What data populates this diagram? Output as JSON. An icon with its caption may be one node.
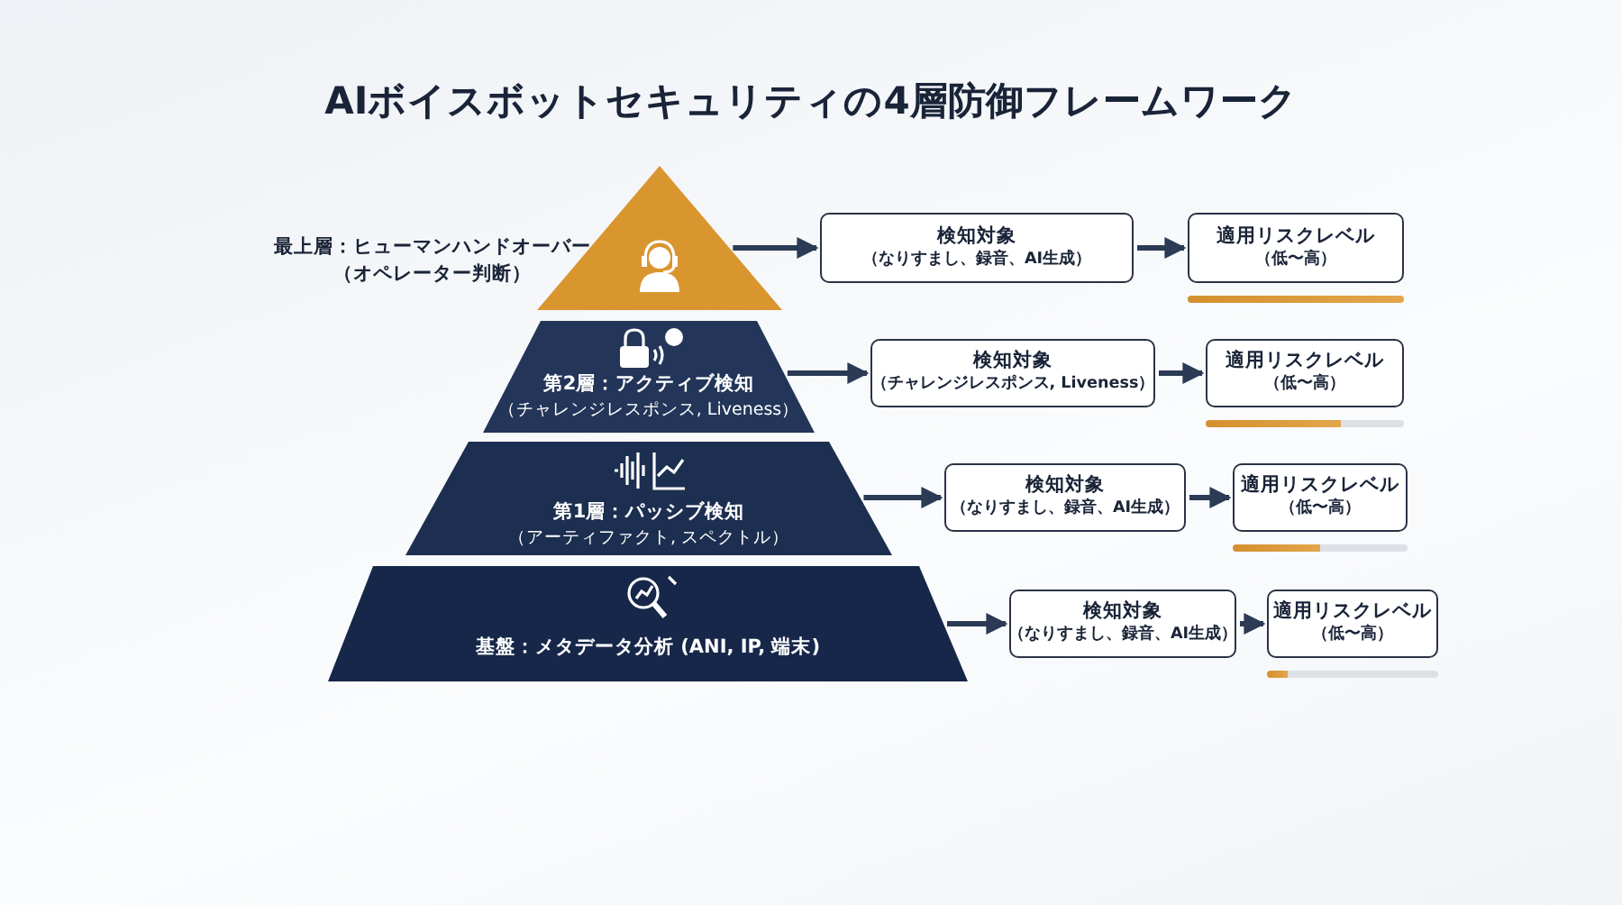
{
  "diagram": {
    "title": "AIボイスボットセキュリティの4層防御フレームワーク",
    "nodes": [
      {
        "text": [],
        "shape": "triangle",
        "beside": [
          "最上層：ヒューマンハンドオーバー（オペレーター判断）"
        ]
      },
      {
        "text": [
          "検知対象",
          "（なりすまし、録音、AI生成）"
        ]
      },
      {
        "text": [
          "適用リスクレベル",
          "（低〜高）"
        ]
      },
      {
        "text": [
          "第2層：アクティブ検知",
          "（チャレンジレスポンス, Liveness）"
        ]
      },
      {
        "text": [
          "検知対象",
          "（チャレンジレスポンス, Liveness）"
        ]
      },
      {
        "text": [
          "適用リスクレベル",
          "（低〜高）"
        ]
      },
      {
        "text": [
          "第1層：パッシブ検知",
          "（アーティファクト, スペクトル）"
        ]
      },
      {
        "text": [
          "検知対象",
          "（なりすまし、録音、AI生成）"
        ]
      },
      {
        "text": [
          "適用リスクレベル",
          "（低〜高）"
        ]
      },
      {
        "text": [
          "基盤：メタデータ分析 (ANI, IP, 端末)"
        ]
      },
      {
        "text": [
          "検知対象",
          "（なりすまし、録音、AI生成）"
        ]
      },
      {
        "text": [
          "適用リスクレベル",
          "（低〜高）"
        ]
      }
    ],
    "edges": [
      {
        "from": 0,
        "to": 1,
        "arrow": "to"
      },
      {
        "from": 1,
        "to": 2,
        "arrow": "to"
      },
      {
        "from": 3,
        "to": 4,
        "arrow": "to"
      },
      {
        "from": 4,
        "to": 5,
        "arrow": "to"
      },
      {
        "from": 6,
        "to": 7,
        "arrow": "to"
      },
      {
        "from": 7,
        "to": 8,
        "arrow": "to"
      },
      {
        "from": 9,
        "to": 10,
        "arrow": "to"
      },
      {
        "from": 10,
        "to": 11,
        "arrow": "to"
      }
    ]
  }
}
